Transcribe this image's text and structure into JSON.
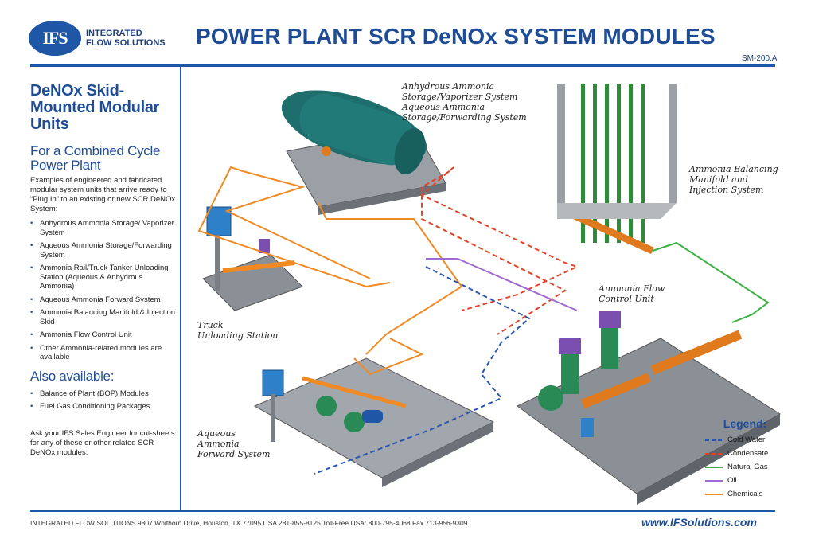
{
  "header": {
    "logo_mark": "IFS",
    "logo_line1": "INTEGRATED",
    "logo_line2": "FLOW SOLUTIONS",
    "title": "POWER PLANT SCR DeNOx SYSTEM MODULES",
    "doc_code": "SM-200.A"
  },
  "sidebar": {
    "heading": "DeNOx Skid-Mounted Modular Units",
    "subheading": "For a Combined Cycle Power Plant",
    "intro": "Examples of engineered and fabricated modular system units that arrive ready to “Plug In” to an existing or new SCR DeNOx System:",
    "items": [
      "Anhydrous Ammonia Storage/ Vaporizer System",
      "Aqueous Ammonia Storage/Forwarding System",
      "Ammonia Rail/Truck Tanker Unloading Station (Aqueous & Anhydrous Ammonia)",
      "Aqueous Ammonia Forward System",
      "Ammonia Balancing Manifold & Injection Skid",
      "Ammonia Flow Control Unit",
      "Other Ammonia-related modules are available"
    ],
    "also_heading": "Also available:",
    "also_items": [
      "Balance of Plant (BOP) Modules",
      "Fuel Gas Conditioning Packages"
    ],
    "footer_note": "Ask your IFS Sales Engineer for cut-sheets for any of these or other related SCR DeNOx modules."
  },
  "diagram": {
    "labels": {
      "storage_l1": "Anhydrous Ammonia",
      "storage_l2": "Storage/Vaporizer System",
      "storage_l3": "Aqueous Ammonia",
      "storage_l4": "Storage/Forwarding System",
      "manifold_l1": "Ammonia Balancing",
      "manifold_l2": "Manifold and",
      "manifold_l3": "Injection System",
      "truck_l1": "Truck",
      "truck_l2": "Unloading Station",
      "flow_l1": "Ammonia Flow",
      "flow_l2": "Control Unit",
      "forward_l1": "Aqueous",
      "forward_l2": "Ammonia",
      "forward_l3": "Forward System"
    }
  },
  "legend": {
    "title": "Legend:",
    "items": [
      {
        "label": "Cold Water",
        "color": "#2a56b0"
      },
      {
        "label": "Condensate",
        "color": "#e0442a"
      },
      {
        "label": "Natural Gas",
        "color": "#3cb043"
      },
      {
        "label": "Oil",
        "color": "#a06ad0"
      },
      {
        "label": "Chemicals",
        "color": "#f08a24"
      }
    ]
  },
  "footer": {
    "address": "INTEGRATED FLOW SOLUTIONS  9807 Whithorn Drive, Houston, TX 77095 USA   281-855-8125     Toll-Free USA: 800-795-4068   Fax 713-956-9309",
    "website": "www.IFSolutions.com"
  }
}
